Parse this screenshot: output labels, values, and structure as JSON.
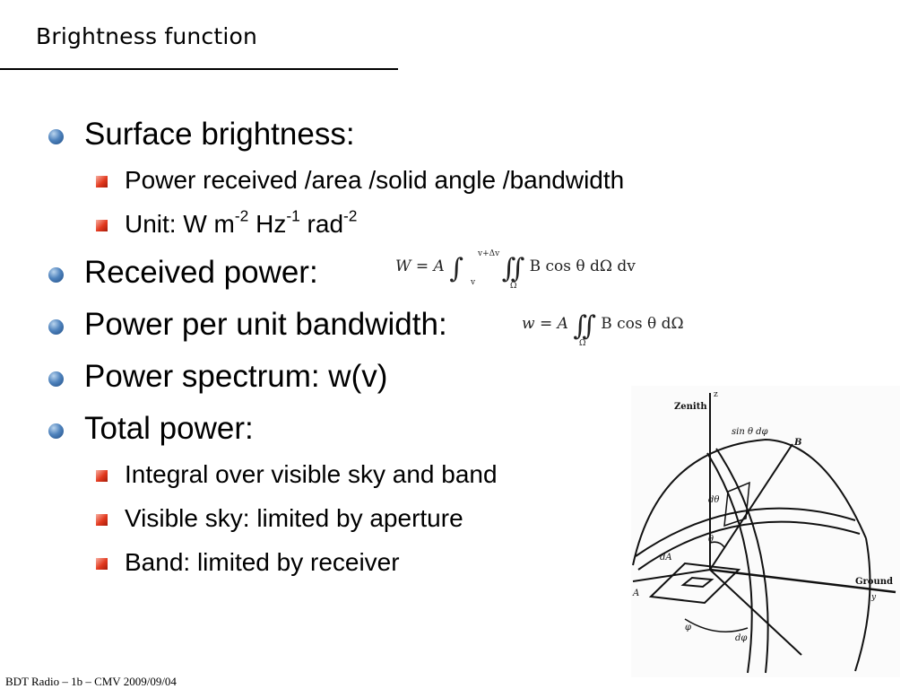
{
  "title": "Brightness function",
  "bullets": {
    "surface_brightness": "Surface brightness:",
    "power_received": "Power received /area /solid angle /bandwidth",
    "unit": {
      "prefix": "Unit: W m",
      "m_exp": "-2",
      "hz": " Hz",
      "hz_exp": "-1",
      "rad": " rad",
      "rad_exp": "-2"
    },
    "received_power": "Received power:",
    "power_per_unit_bandwidth": "Power per unit bandwidth:",
    "power_spectrum": "Power spectrum:  w(v)",
    "total_power": "Total power:",
    "integral_over_sky": "Integral over visible sky and band",
    "visible_sky": "Visible sky: limited by aperture",
    "band": "Band: limited by receiver"
  },
  "equations": {
    "received_power": {
      "lhs": "W = A",
      "upper_limit": "v+Δv",
      "lower_limit": "v",
      "domain": "Ω",
      "integrand": "B cos θ dΩ dv"
    },
    "power_per_bandwidth": {
      "lhs": "w = A",
      "domain": "Ω",
      "integrand": "B cos θ dΩ"
    }
  },
  "diagram": {
    "labels": {
      "zenith": "Zenith",
      "z": "z",
      "sin_theta_dphi": "sin θ dφ",
      "b": "B",
      "dtheta": "dθ",
      "theta": "θ",
      "da": "dA",
      "a": "A",
      "ground": "Ground",
      "y": "y",
      "phi": "φ",
      "dphi": "dφ"
    }
  },
  "footer": "BDT Radio – 1b – CMV 2009/09/04",
  "colors": {
    "l1_bullet": "#4f83bd",
    "l2_bullet": "#e2391e"
  }
}
